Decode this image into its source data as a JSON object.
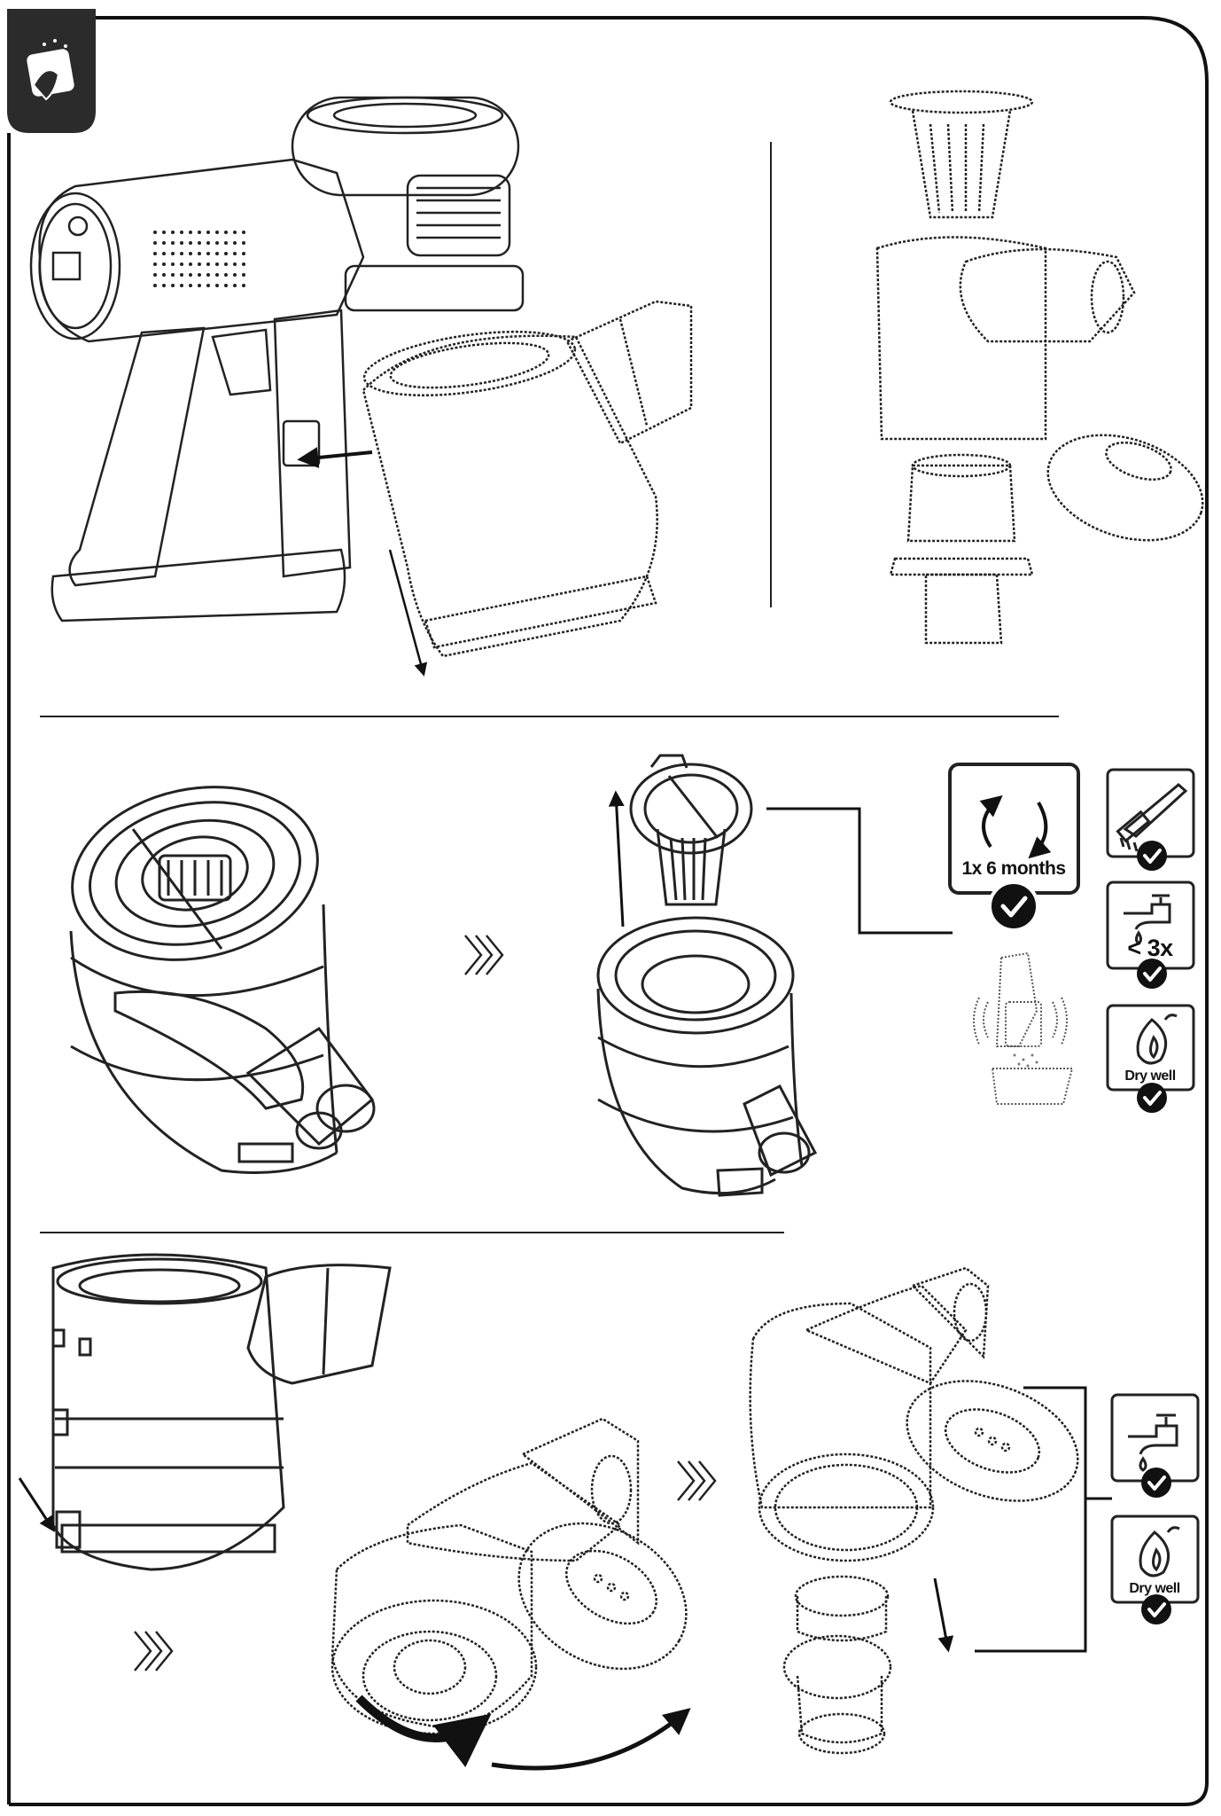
{
  "header": {
    "icon": "cleaning-hands-icon"
  },
  "accent": "#222222",
  "badges": {
    "interval_label": "1x 6 months",
    "rinse_limit_label": "< 3x",
    "dry_label_top": "Dry well",
    "dry_label_bottom": "Dry well"
  },
  "icons": [
    "brush-icon",
    "tap-icon",
    "flame-icon",
    "check-icon",
    "rotate-arrows-icon",
    "chevron-arrows-icon"
  ]
}
